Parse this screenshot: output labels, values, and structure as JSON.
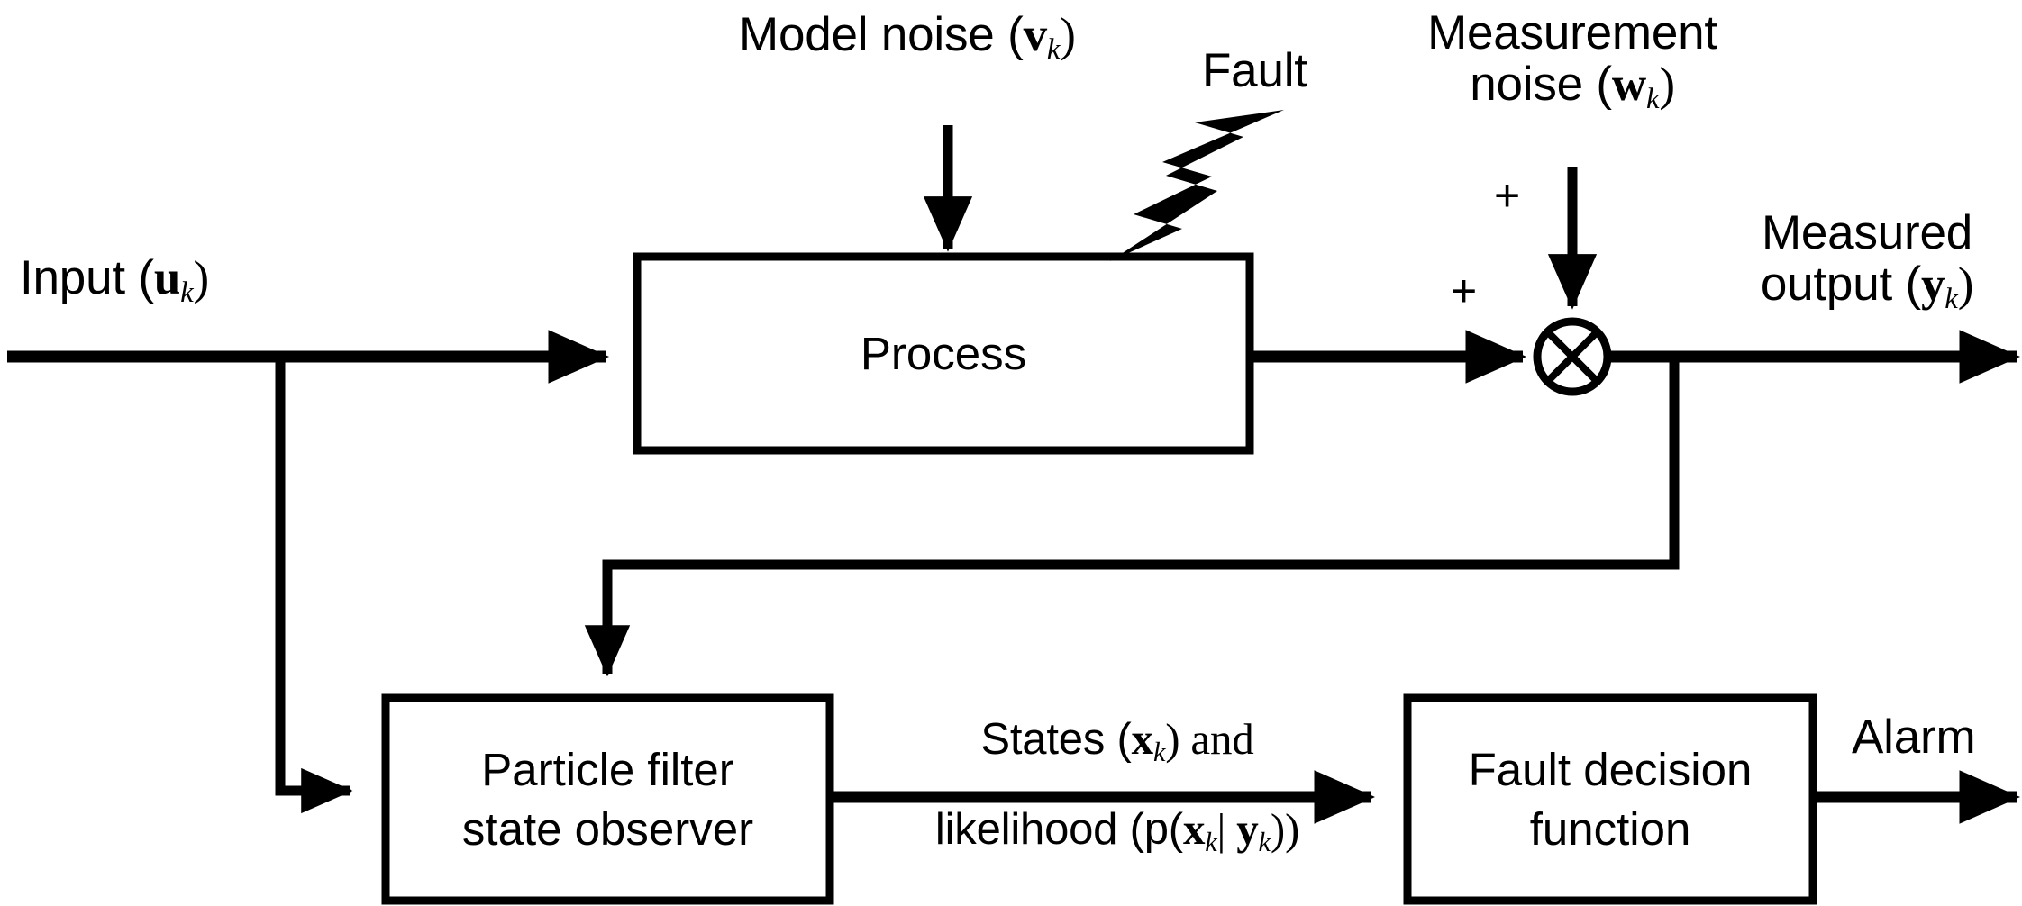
{
  "diagram": {
    "title": "Particle filter based fault detection block diagram",
    "line_color": "#000000",
    "background": "#ffffff",
    "blocks": [
      {
        "id": "process",
        "label": "Process",
        "lines": [
          "Process"
        ]
      },
      {
        "id": "particle-filter",
        "label": "Particle filter state observer",
        "lines": [
          "Particle filter",
          "state observer"
        ]
      },
      {
        "id": "fault-decision",
        "label": "Fault decision function",
        "lines": [
          "Fault decision",
          "function"
        ]
      }
    ],
    "signals": {
      "input": {
        "text": "Input (u_k)",
        "prefix": "Input (",
        "symbol": "u",
        "sub": "k",
        "suffix": ")"
      },
      "model_noise": {
        "text": "Model noise (v_k)",
        "prefix": "Model noise (",
        "symbol": "v",
        "sub": "k",
        "suffix": ")"
      },
      "measurement_noise_line1": "Measurement",
      "measurement_noise_line2": {
        "text": "noise (w_k)",
        "prefix": "noise (",
        "symbol": "w",
        "sub": "k",
        "suffix": ")"
      },
      "fault": "Fault",
      "measured_output_line1": "Measured",
      "measured_output_line2": {
        "text": "output (y_k)",
        "prefix": "output (",
        "symbol": "y",
        "sub": "k",
        "suffix": ")"
      },
      "states_line": {
        "text": "States (x_k) and",
        "prefix": "States (",
        "symbol": "x",
        "sub": "k",
        "suffix": ") and"
      },
      "likelihood_line": {
        "text": "likelihood (p(x_k| y_k))",
        "prefix": "likelihood (p(",
        "symbol1": "x",
        "sub1": "k",
        "mid": "| ",
        "symbol2": "y",
        "sub2": "k",
        "suffix": "))"
      },
      "alarm": "Alarm",
      "sum_plus_left": "+",
      "sum_plus_top": "+"
    },
    "junction": {
      "id": "summing-junction",
      "type": "circle-cross"
    },
    "fault_icon": {
      "id": "lightning-bolt-icon",
      "name": "lightning-bolt"
    }
  }
}
